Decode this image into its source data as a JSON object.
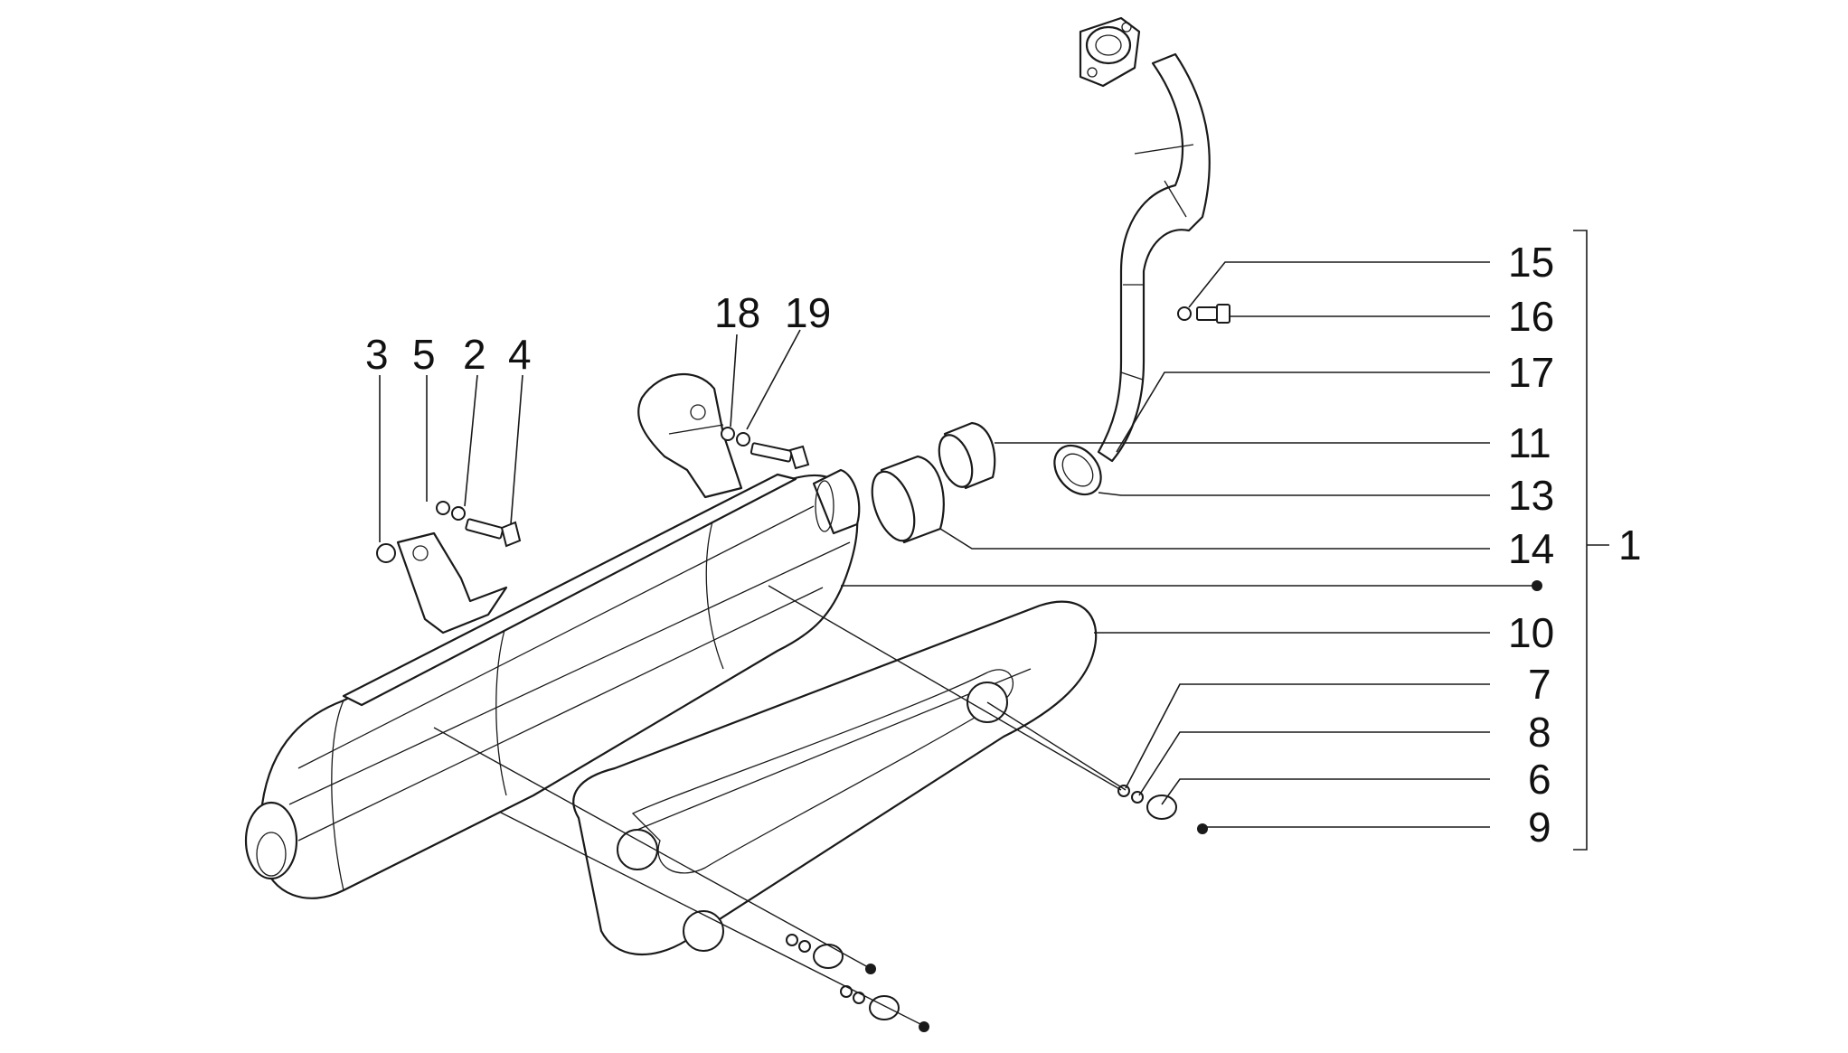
{
  "labels": {
    "p1": "1",
    "p2": "2",
    "p3": "3",
    "p4": "4",
    "p5": "5",
    "p6": "6",
    "p7": "7",
    "p8": "8",
    "p9": "9",
    "p10": "10",
    "p11": "11",
    "p13": "13",
    "p14": "14",
    "p15": "15",
    "p16": "16",
    "p17": "17",
    "p18": "18",
    "p19": "19"
  },
  "colors": {
    "line": "#1a1a1a",
    "background": "#ffffff"
  }
}
